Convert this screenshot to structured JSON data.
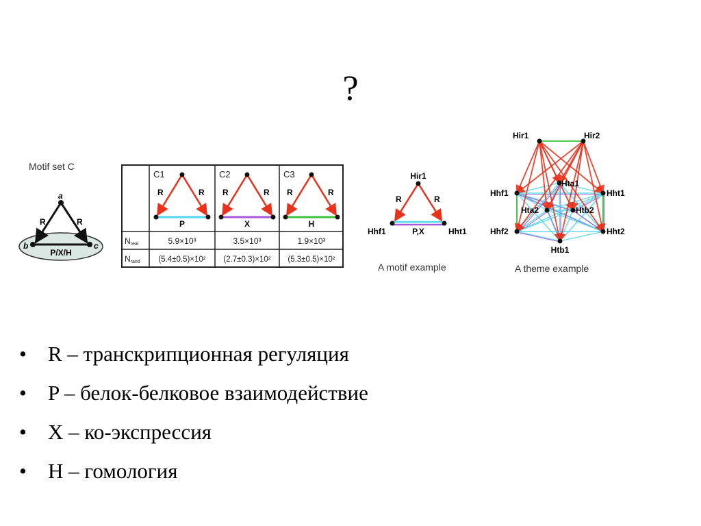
{
  "slide": {
    "title": "?",
    "bullets": [
      {
        "marker": "•",
        "text": "R – транскрипционная регуляция"
      },
      {
        "marker": "•",
        "text": "P – белок-белковое взаимодействие"
      },
      {
        "marker": "•",
        "text": "X – ко-экспрессия"
      },
      {
        "marker": "•",
        "text": "H – гомология"
      }
    ]
  },
  "figure": {
    "motif_set": {
      "caption": "Motif set C",
      "node_a": "a",
      "node_b": "b",
      "node_c": "c",
      "edge_left": "R",
      "edge_right": "R",
      "base_label": "P/X/H"
    },
    "table": {
      "columns": [
        {
          "id": "C1",
          "edge_left": "R",
          "edge_right": "R",
          "base_label": "P",
          "base_color": "#4fd6ee"
        },
        {
          "id": "C2",
          "edge_left": "R",
          "edge_right": "R",
          "base_label": "X",
          "base_color": "#a55ad8"
        },
        {
          "id": "C3",
          "edge_left": "R",
          "edge_right": "R",
          "base_label": "H",
          "base_color": "#3cc43c"
        }
      ],
      "rows": [
        {
          "label_main": "N",
          "label_sub": "real",
          "values": [
            "5.9×10³",
            "3.5×10³",
            "1.9×10³"
          ]
        },
        {
          "label_main": "N",
          "label_sub": "rand",
          "values": [
            "(5.4±0.5)×10²",
            "(2.7±0.3)×10²",
            "(5.3±0.5)×10²"
          ]
        }
      ]
    },
    "motif_example": {
      "caption": "A motif example",
      "top_node": "Hir1",
      "left_node": "Hhf1",
      "right_node": "Hht1",
      "edge_left": "R",
      "edge_right": "R",
      "base_label": "P,X"
    },
    "theme_example": {
      "caption": "A theme example",
      "nodes": [
        "Hir1",
        "Hir2",
        "Hhf1",
        "Hta1",
        "Hht1",
        "Hta2",
        "Htb2",
        "Hhf2",
        "Hht2",
        "Htb1"
      ]
    },
    "colors": {
      "regulation": "#e8321c",
      "protein_interaction": "#4fd6ee",
      "coexpression": "#a55ad8",
      "homology": "#3cc43c",
      "ellipse_fill": "#dbe7e2",
      "text_gray": "#333333"
    }
  }
}
